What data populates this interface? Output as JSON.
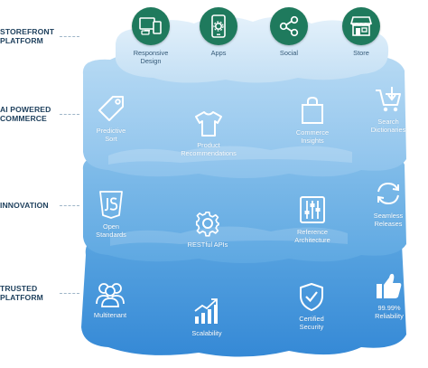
{
  "colors": {
    "badge_green": "#1f7a5d",
    "layer_light": "#a7cff0",
    "layer_mid": "#6fb0e6",
    "layer_dark": "#3d92db",
    "label_navy": "#1d3f5c"
  },
  "layers": [
    {
      "label": "STOREFRONT\nPLATFORM"
    },
    {
      "label": "AI POWERED\nCOMMERCE"
    },
    {
      "label": "INNOVATION"
    },
    {
      "label": "TRUSTED\nPLATFORM"
    }
  ],
  "storefront": [
    {
      "label": "Responsive\nDesign",
      "icon": "monitor-devices-icon"
    },
    {
      "label": "Apps",
      "icon": "smartphone-gear-icon"
    },
    {
      "label": "Social",
      "icon": "share-icon"
    },
    {
      "label": "Store",
      "icon": "storefront-icon"
    }
  ],
  "ai_commerce": [
    {
      "label": "Predictive\nSort",
      "icon": "price-tag-icon"
    },
    {
      "label": "Product\nRecommendations",
      "icon": "t-shirt-icon"
    },
    {
      "label": "Commerce\nInsights",
      "icon": "shopping-bag-icon"
    },
    {
      "label": "Search\nDictionaries",
      "icon": "cart-download-icon"
    }
  ],
  "innovation": [
    {
      "label": "Open\nStandards",
      "icon": "js-shield-icon"
    },
    {
      "label": "RESTful APIs",
      "icon": "gear-icon"
    },
    {
      "label": "Reference\nArchitecture",
      "icon": "sliders-icon"
    },
    {
      "label": "Seamless\nReleases",
      "icon": "refresh-cycle-icon"
    }
  ],
  "trusted": [
    {
      "label": "Multitenant",
      "icon": "users-group-icon"
    },
    {
      "label": "Scalability",
      "icon": "growth-chart-icon"
    },
    {
      "label": "Certified\nSecurity",
      "icon": "shield-check-icon"
    },
    {
      "label": "99.99%\nReliability",
      "icon": "thumbs-up-icon"
    }
  ]
}
